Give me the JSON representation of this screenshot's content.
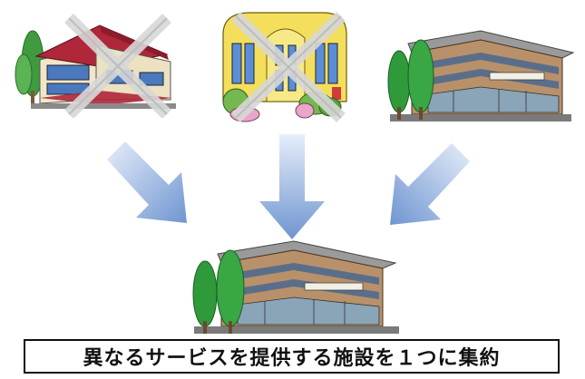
{
  "caption": {
    "text": "異なるサービスを提供する施設を１つに集約"
  },
  "facilities": [
    {
      "name": "house-facility",
      "status": "removed"
    },
    {
      "name": "yellow-facility",
      "status": "removed"
    },
    {
      "name": "brown-facility",
      "status": "kept"
    }
  ],
  "result": {
    "name": "consolidated-facility"
  },
  "colors": {
    "arrow_light": "#dbe7f7",
    "arrow_dark": "#7a9fd4",
    "cross": "#d9d9d9",
    "tree": "#2f9a3a",
    "brown_wall": "#b8916a",
    "house_roof": "#b0263a",
    "yellow_wall": "#f4df5c"
  }
}
